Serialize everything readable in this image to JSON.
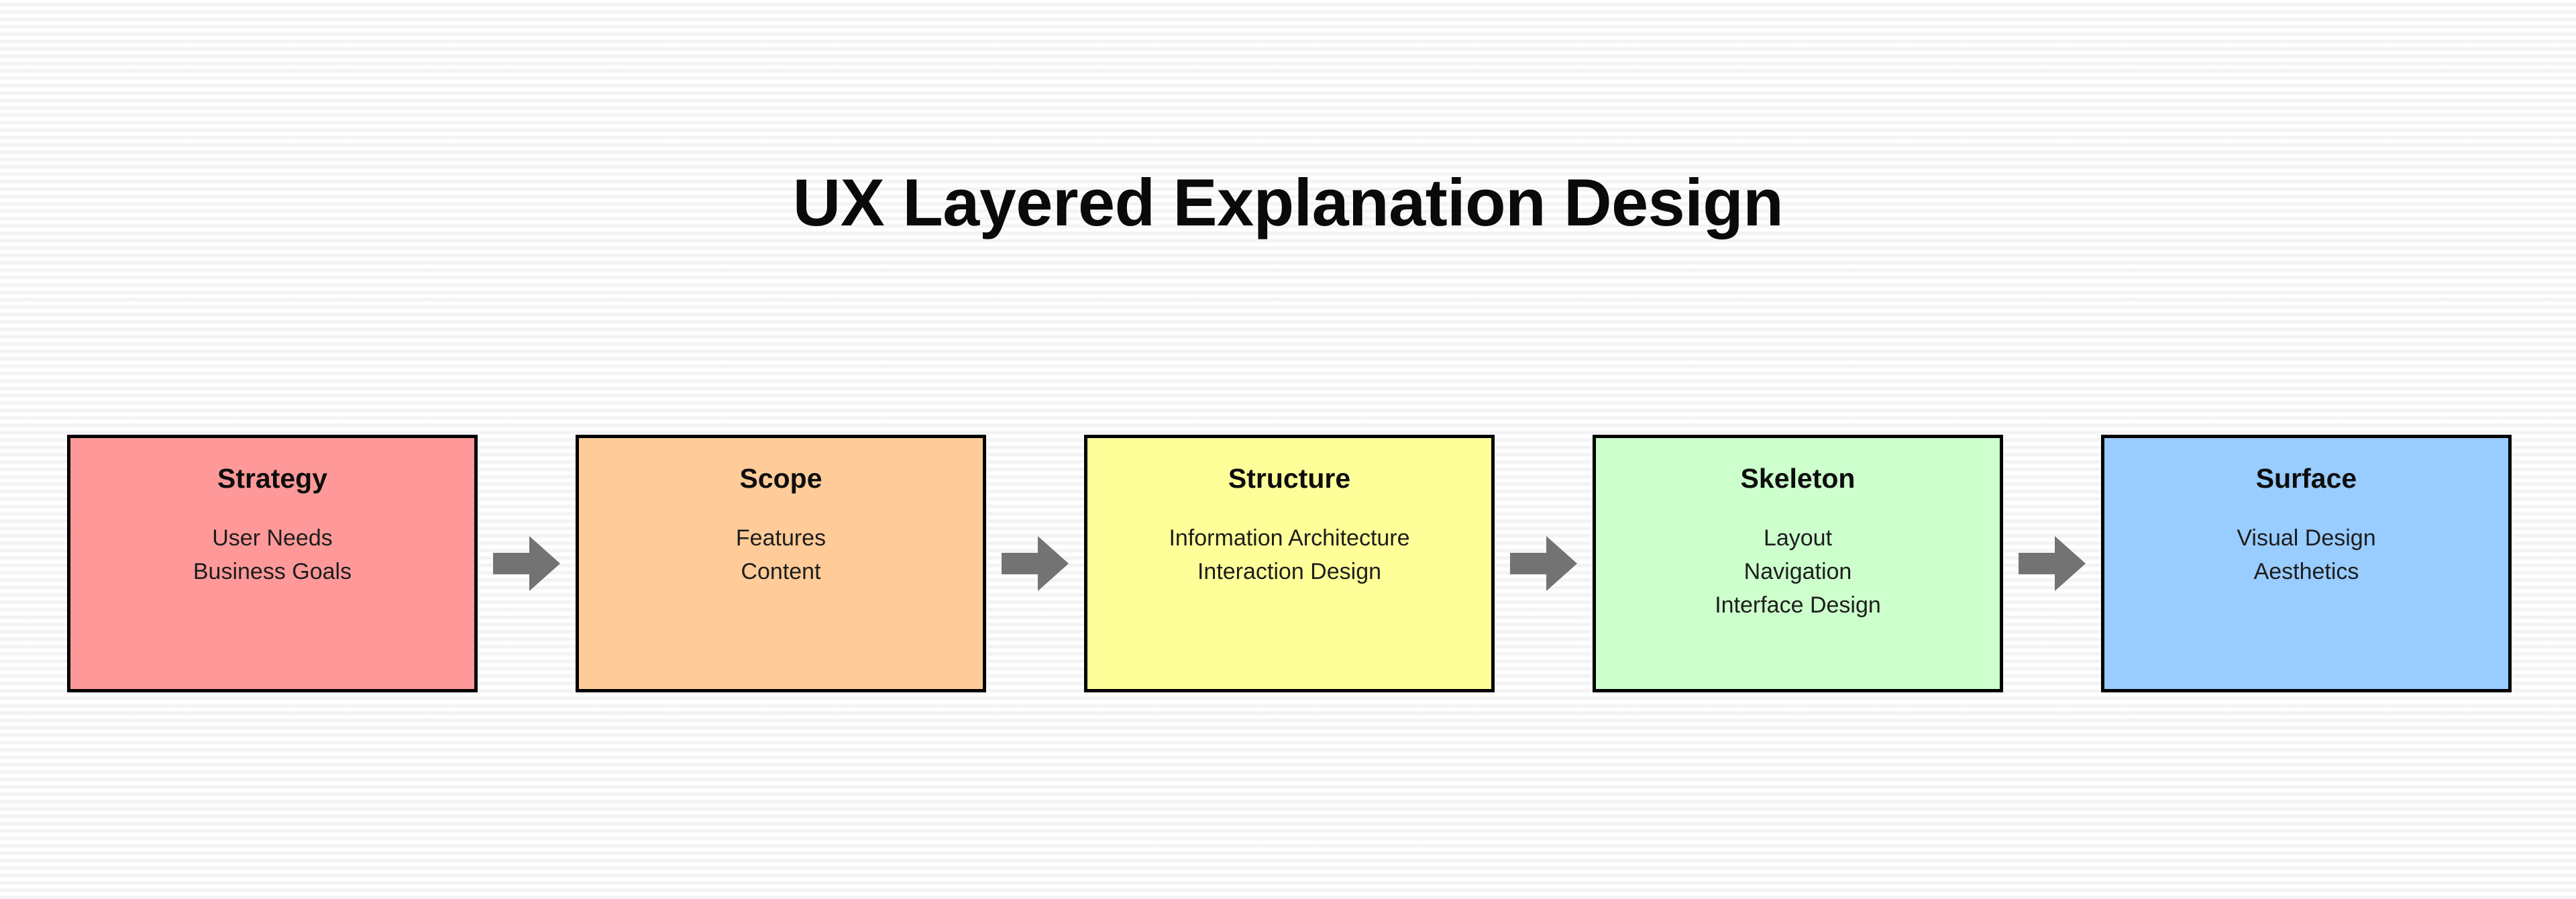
{
  "title": "UX Layered Explanation Design",
  "colors": {
    "background": "#fbfbfc",
    "border": "#000000",
    "text": "#0d0d0d",
    "arrow": "#737373",
    "strategy_fill": "#ff9999",
    "scope_fill": "#ffcc99",
    "structure_fill": "#ffff99",
    "skeleton_fill": "#ccffcc",
    "surface_fill": "#99ccff"
  },
  "arrow_icon": "right-block-arrow",
  "layers": [
    {
      "name": "Strategy",
      "detail": "User Needs\nBusiness Goals",
      "fill": "#ff9999"
    },
    {
      "name": "Scope",
      "detail": "Features\nContent",
      "fill": "#ffcc99"
    },
    {
      "name": "Structure",
      "detail": "Information Architecture\nInteraction Design",
      "fill": "#ffff99"
    },
    {
      "name": "Skeleton",
      "detail": "Layout\nNavigation\nInterface Design",
      "fill": "#ccffcc"
    },
    {
      "name": "Surface",
      "detail": "Visual Design\nAesthetics",
      "fill": "#99ccff"
    }
  ]
}
